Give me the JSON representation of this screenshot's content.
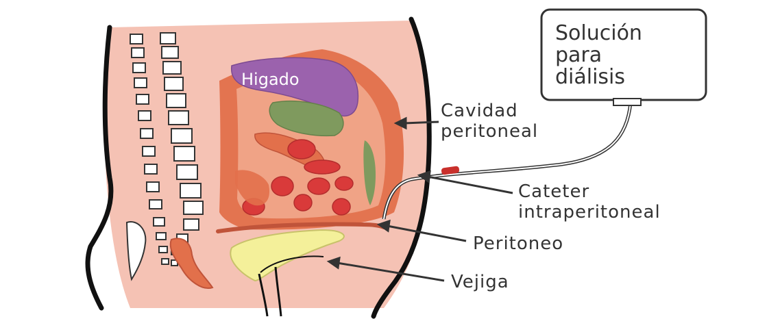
{
  "labels": {
    "bag_line1": "Solución",
    "bag_line2": "para",
    "bag_line3": "diálisis",
    "liver": "Higado",
    "cavity_line1": "Cavidad",
    "cavity_line2": "peritoneal",
    "catheter_line1": "Cateter",
    "catheter_line2": "intraperitoneal",
    "peritoneum": "Peritoneo",
    "bladder": "Vejiga"
  },
  "colors": {
    "skin": "#f5c2b4",
    "organ_orange": "#e2704b",
    "liver_purple": "#9b62ad",
    "stomach_green": "#7f9a5e",
    "intestine_red": "#d93a3a",
    "bladder_yellow": "#f4f09a",
    "outline": "#111111",
    "catheter_red": "#c9302c"
  }
}
